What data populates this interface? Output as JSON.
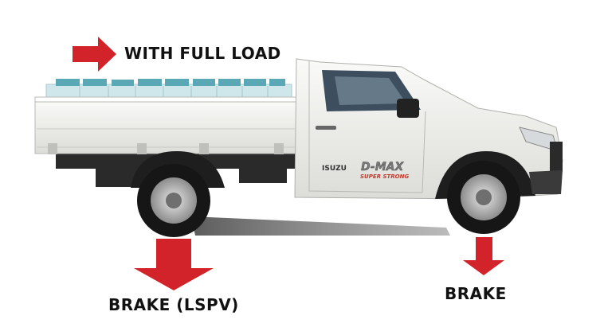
{
  "headline": "WITH FULL LOAD",
  "rear_brake_label": "BRAKE (LSPV)",
  "front_brake_label": "BRAKE",
  "brand": {
    "maker": "ISUZU",
    "model": "D-MAX",
    "tagline": "SUPER STRONG"
  },
  "colors": {
    "arrow": "#d3232a",
    "truck_body": "#f1f1ef",
    "text": "#111111"
  }
}
